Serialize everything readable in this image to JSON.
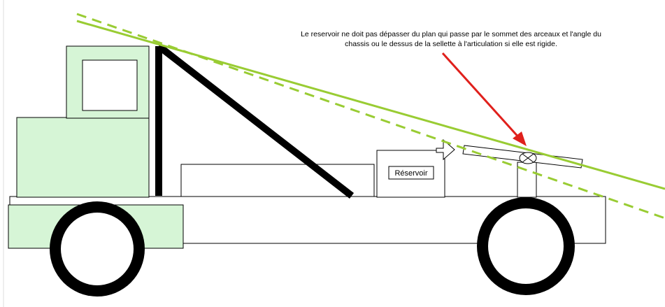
{
  "annotation": {
    "line1": "Le reservoir ne doit pas dépasser du plan qui passe par le sommet des arceaux et l'angle du",
    "line2": "chassis ou le dessus de la sellette à l'articulation si elle est rigide."
  },
  "reservoir": {
    "label": "Réservoir"
  },
  "colors": {
    "cab_fill": "#d6f5d6",
    "plane_line": "#99cc33",
    "arrow": "#e0201c",
    "wheel": "#000000",
    "outline": "#000000"
  },
  "icons": {
    "articulation": "circle-x-icon",
    "transfer_arrow": "hollow-arrow-icon"
  }
}
